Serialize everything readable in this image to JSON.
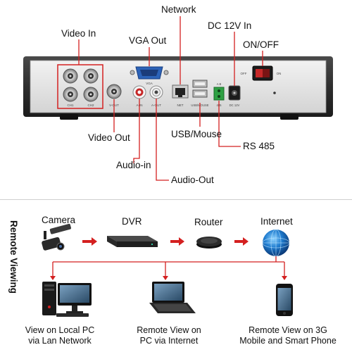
{
  "rear_panel": {
    "labels": {
      "network": "Network",
      "video_in": "Video In",
      "vga_out": "VGA Out",
      "dc_12v_in": "DC 12V In",
      "on_off": "ON/OFF",
      "video_out": "Video Out",
      "usb_mouse": "USB/Mouse",
      "rs485": "RS 485",
      "audio_in": "Audio-in",
      "audio_out": "Audio-Out"
    },
    "silk": {
      "vga": "VGA",
      "ch1": "CH1",
      "ch2": "CH2",
      "vout": "V-OUT",
      "ain": "A-IN",
      "aout": "A-OUT",
      "net": "NET",
      "usb": "USB/MOUSE",
      "dc": "DC 12V",
      "off": "OFF",
      "on": "ON",
      "ab": "A B",
      "rs485": "485"
    },
    "accent_color": "#d42020"
  },
  "remote_viewing": {
    "title": "Remote Viewing",
    "chain": [
      "Camera",
      "DVR",
      "Router",
      "Internet"
    ],
    "views": [
      {
        "line1": "View on Local PC",
        "line2": "via Lan Network"
      },
      {
        "line1": "Remote View on",
        "line2": "PC via Internet"
      },
      {
        "line1": "Remote View on 3G",
        "line2": "Mobile and Smart Phone"
      }
    ],
    "arrow_color": "#d42020"
  }
}
